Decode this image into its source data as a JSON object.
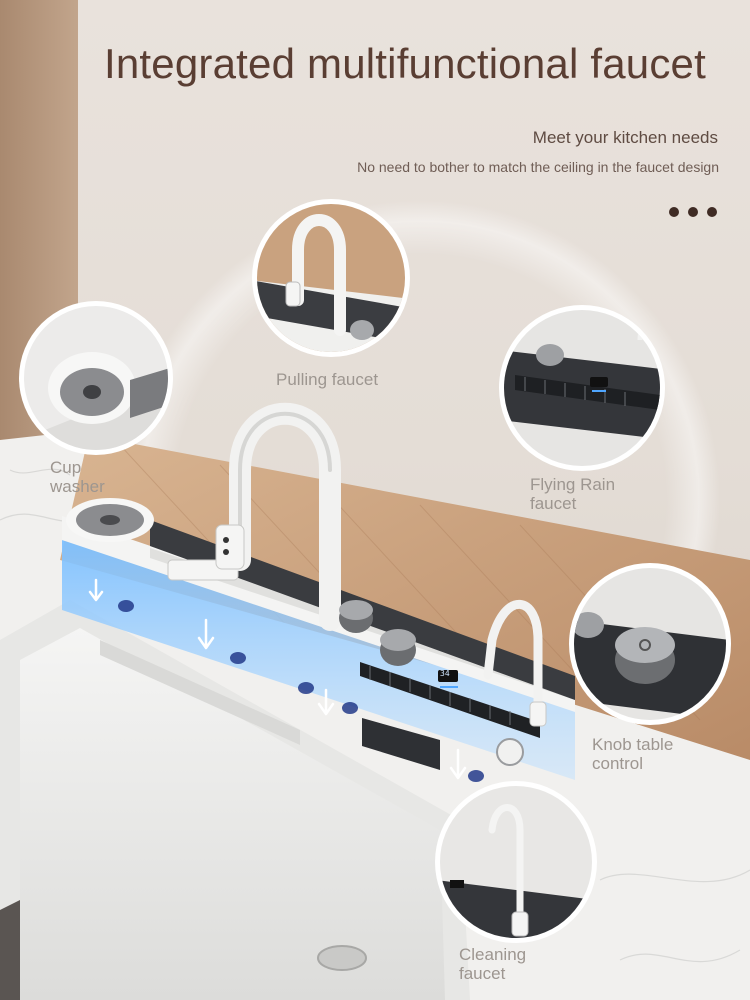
{
  "header": {
    "title": "Integrated multifunctional faucet",
    "subtitle": "Meet your kitchen needs",
    "description": "No need to bother to match the ceiling in the faucet design"
  },
  "callouts": {
    "pulling": {
      "label": "Pulling faucet"
    },
    "cup_washer": {
      "line1": "Cup",
      "line2": "washer"
    },
    "flying_rain": {
      "line1": "Flying Rain",
      "line2": "faucet"
    },
    "knob": {
      "line1": "Knob table",
      "line2": "control"
    },
    "cleaning": {
      "line1": "Cleaning",
      "line2": "faucet"
    }
  },
  "display": {
    "reading": "34"
  },
  "colors": {
    "title": "#5a3e33",
    "dot": "#3f2b24",
    "accent_blue": "#4fa6ff",
    "panel_dark": "#3a3c40",
    "countertop": "#f1f0ee",
    "wood": "#c89b78"
  },
  "icons": [
    "more-dots-icon",
    "down-arrow-icon"
  ]
}
